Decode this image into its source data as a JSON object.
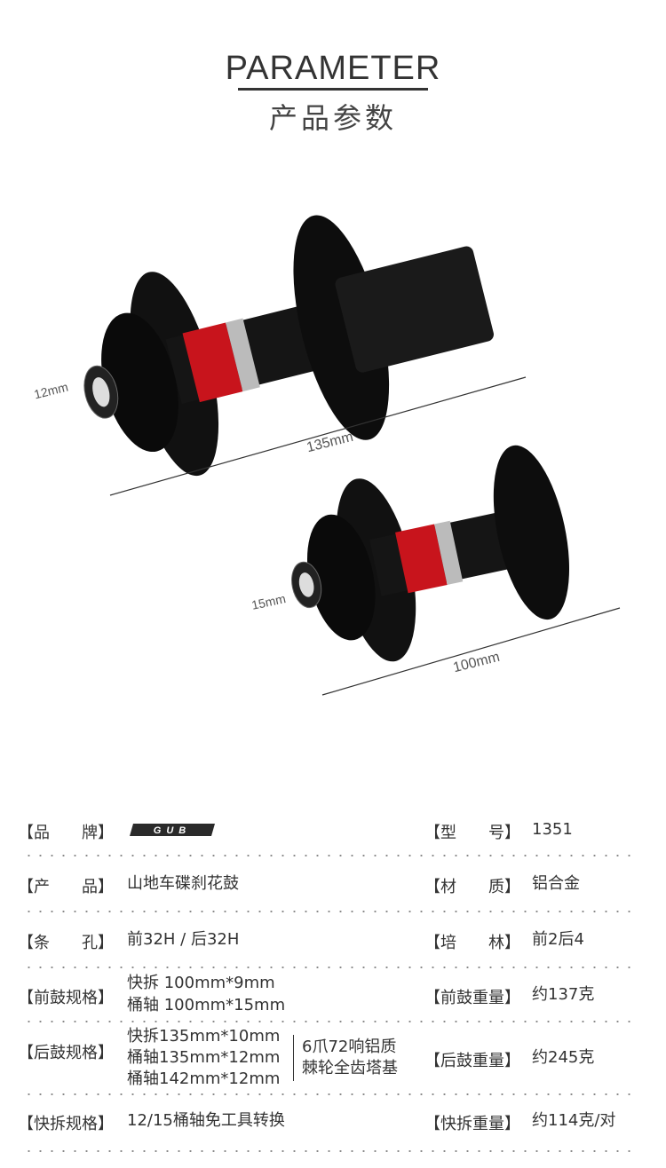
{
  "header": {
    "title": "PARAMETER",
    "subtitle": "产品参数"
  },
  "dimensions": {
    "rear_axle": "12mm",
    "rear_width": "135mm",
    "front_axle": "15mm",
    "front_width": "100mm"
  },
  "specs": {
    "brand": {
      "label": "【品　　牌】",
      "logo_text": "GUB"
    },
    "model": {
      "label": "【型　　号】",
      "value": "1351"
    },
    "product": {
      "label": "【产　　品】",
      "value": "山地车碟刹花鼓"
    },
    "material": {
      "label": "【材　　质】",
      "value": "铝合金"
    },
    "holes": {
      "label": "【条　　孔】",
      "value": "前32H / 后32H"
    },
    "bearing": {
      "label": "【培　　林】",
      "value": "前2后4"
    },
    "front_spec": {
      "label": "【前鼓规格】",
      "lines": [
        "快拆 100mm*9mm",
        "桶轴 100mm*15mm"
      ]
    },
    "front_weight": {
      "label": "【前鼓重量】",
      "value": "约137克"
    },
    "rear_spec": {
      "label": "【后鼓规格】",
      "lines": [
        "快拆135mm*10mm",
        "桶轴135mm*12mm",
        "桶轴142mm*12mm"
      ],
      "extra": [
        "6爪72响铝质",
        "棘轮全齿塔基"
      ]
    },
    "rear_weight": {
      "label": "【后鼓重量】",
      "value": "约245克"
    },
    "qr_spec": {
      "label": "【快拆规格】",
      "value": "12/15桶轴免工具转换"
    },
    "qr_weight": {
      "label": "【快拆重量】",
      "value": "约114克/对"
    }
  }
}
